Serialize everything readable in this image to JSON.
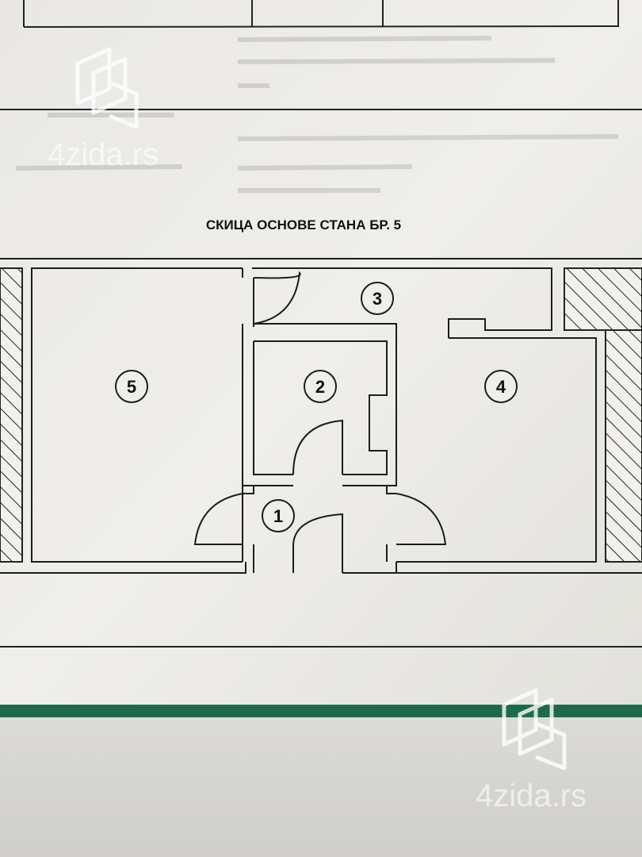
{
  "plan": {
    "title": "СКИЦА ОСНОВЕ СТАНА БР. 5",
    "rooms": [
      {
        "number": "1"
      },
      {
        "number": "2"
      },
      {
        "number": "3"
      },
      {
        "number": "4"
      },
      {
        "number": "5"
      }
    ]
  },
  "watermarks": [
    {
      "text": "4zida.rs"
    },
    {
      "text": "4zida.rs"
    }
  ],
  "colors": {
    "paper": "#ecebe7",
    "ink": "#1c1c1c",
    "green_strip": "#1e6b4c",
    "background": "#d6d5d1"
  }
}
